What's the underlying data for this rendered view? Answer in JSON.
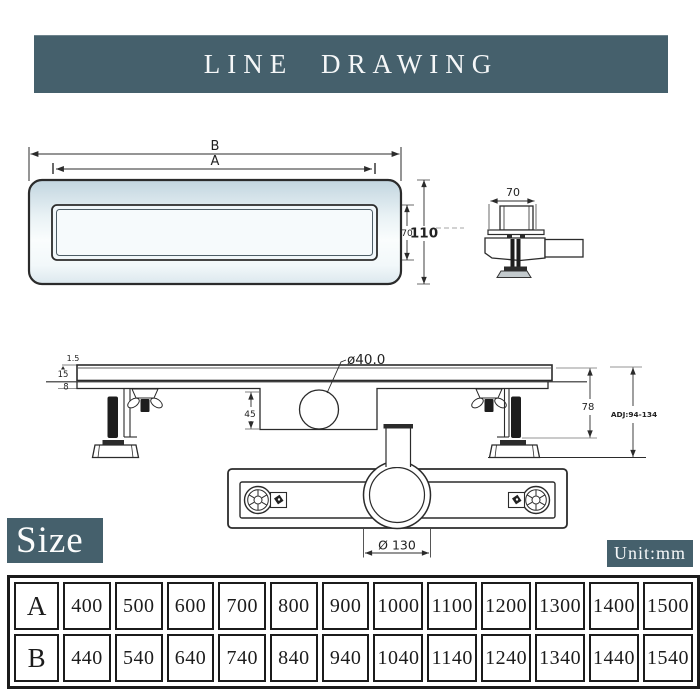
{
  "header": {
    "title": "LINE DRAWING"
  },
  "colors": {
    "banner": "#45606C",
    "line": "#2b2b2b",
    "table_border": "#1b1b1b"
  },
  "drawings": {
    "top_view": {
      "dim_b": "B",
      "dim_a": "A",
      "dim_inner_height": "70",
      "dim_outer_height": "110"
    },
    "side_view": {
      "dim_width": "70"
    },
    "section_view": {
      "dim_lip": "1.5",
      "dim_top_thickness": "15",
      "dim_under_thickness": "8",
      "drain_diameter": "ø40.0",
      "dim_channel_depth": "45",
      "dim_body_height": "78",
      "dim_adjust_range": "ADJ:94-134"
    },
    "bottom_view": {
      "trap_diameter": "Ø 130"
    }
  },
  "size_section": {
    "title": "Size",
    "unit_label": "Unit:mm"
  },
  "size_table": {
    "rows": [
      {
        "label": "A",
        "values": [
          "400",
          "500",
          "600",
          "700",
          "800",
          "900",
          "1000",
          "1100",
          "1200",
          "1300",
          "1400",
          "1500"
        ]
      },
      {
        "label": "B",
        "values": [
          "440",
          "540",
          "640",
          "740",
          "840",
          "940",
          "1040",
          "1140",
          "1240",
          "1340",
          "1440",
          "1540"
        ]
      }
    ]
  }
}
